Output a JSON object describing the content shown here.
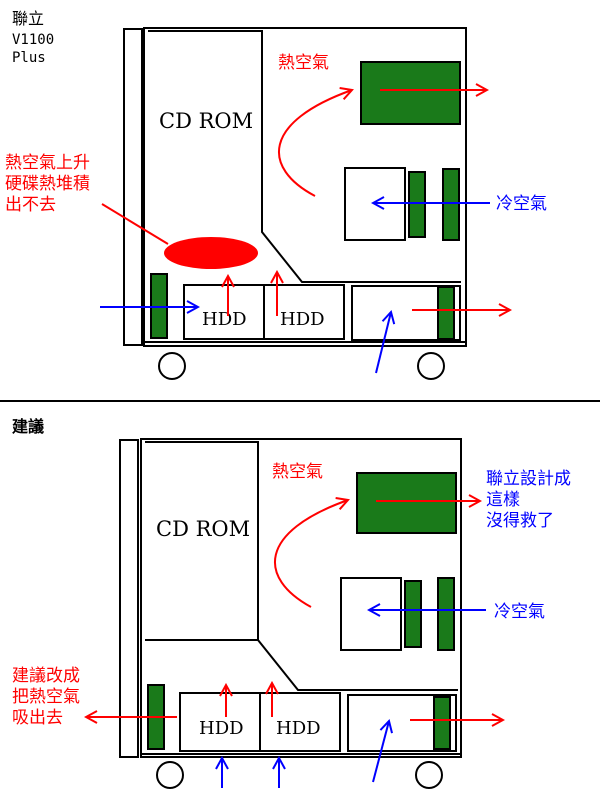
{
  "top": {
    "brand_line1": "聯立",
    "brand_line2": "V1100",
    "brand_line3": "Plus",
    "cd_rom": "CD ROM",
    "hdd_left": "HDD",
    "hdd_right": "HDD",
    "hot_air": "熱空氣",
    "cold_air": "冷空氣",
    "heat_note_line1": "熱空氣上升",
    "heat_note_line2": "硬碟熱堆積",
    "heat_note_line3": "出不去"
  },
  "bottom": {
    "section_title": "建議",
    "cd_rom": "CD ROM",
    "hdd_left": "HDD",
    "hdd_right": "HDD",
    "hot_air": "熱空氣",
    "cold_air": "冷空氣",
    "design_note_line1": "聯立設計成",
    "design_note_line2": "這樣",
    "design_note_line3": "沒得救了",
    "suggest_line1": "建議改成",
    "suggest_line2": "把熱空氣",
    "suggest_line3": "吸出去"
  },
  "colors": {
    "hot": "#ff0000",
    "cold": "#0000ff",
    "board": "#1a7a1a",
    "outline": "#000000"
  }
}
